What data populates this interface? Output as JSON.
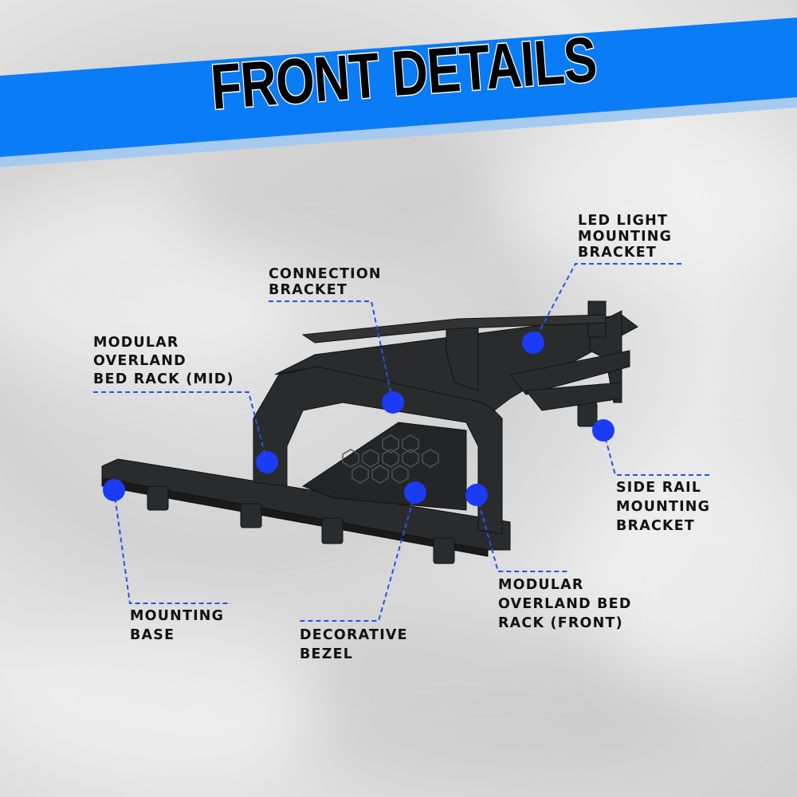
{
  "banner": {
    "title": "FRONT DETAILS",
    "color": "#0a7cf5",
    "stripe_color": "#9fc4ee"
  },
  "callouts": {
    "led_light": [
      "LED LIGHT",
      "MOUNTING",
      "BRACKET"
    ],
    "connection": [
      "CONNECTION",
      "BRACKET"
    ],
    "mid_rack": [
      "MODULAR",
      "OVERLAND",
      "BED RACK (MID)"
    ],
    "side_rail": [
      "SIDE RAIL",
      "MOUNTING",
      "BRACKET"
    ],
    "mounting_base": [
      "MOUNTING",
      "BASE"
    ],
    "bezel": [
      "DECORATIVE",
      "BEZEL"
    ],
    "front_rack": [
      "MODULAR",
      "OVERLAND BED",
      "RACK (FRONT)"
    ]
  },
  "colors": {
    "dot": "#1a3cf5",
    "leader": "#2255ee",
    "rack": "#2a2b2d"
  }
}
